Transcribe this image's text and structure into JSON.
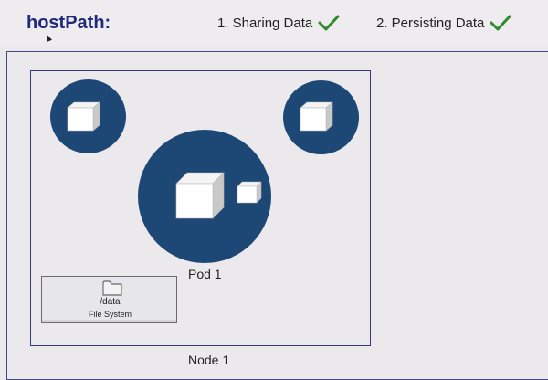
{
  "slide": {
    "title": "hostPath:",
    "goals": [
      {
        "label": "1. Sharing Data",
        "checked": true
      },
      {
        "label": "2. Persisting Data",
        "checked": true
      }
    ]
  },
  "diagram": {
    "pod_label": "Pod 1",
    "node_label": "Node 1",
    "file_system": {
      "path": "/data",
      "label": "File System"
    }
  },
  "colors": {
    "title": "#1f2a7a",
    "pod_fill": "#1d4774",
    "check": "#2e8b2e",
    "node_border": "#2e3b7d"
  },
  "icons": [
    "checkmark-icon",
    "cube-icon",
    "folder-icon",
    "mouse-cursor"
  ]
}
